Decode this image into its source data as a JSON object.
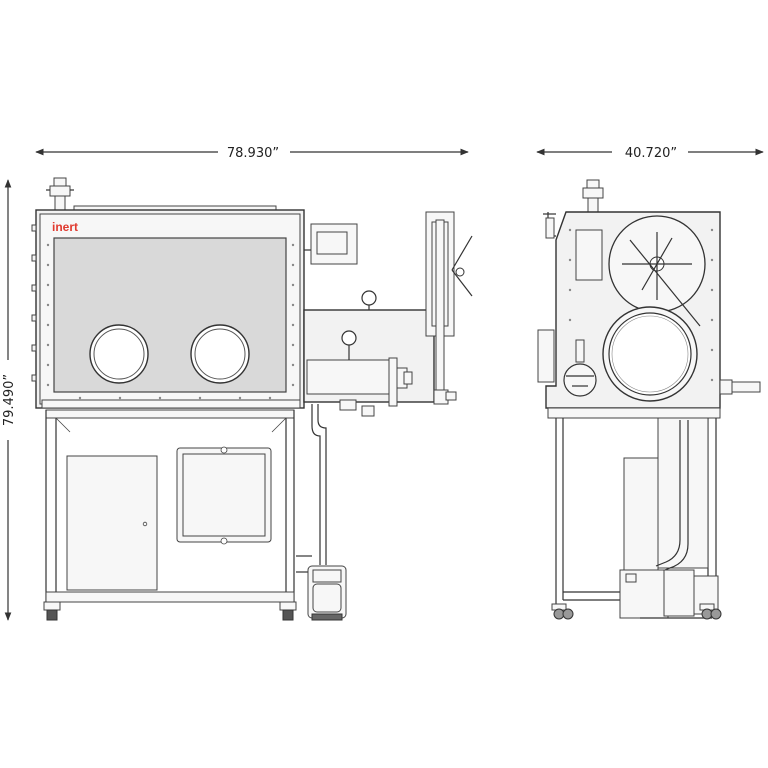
{
  "dimensions": {
    "front_width": "78.930”",
    "side_depth": "40.720”",
    "height": "79.490”"
  },
  "brand": {
    "logo": "inert",
    "logo_color": "#e03a2f"
  },
  "colors": {
    "line": "#333333",
    "body": "#f2f2f2",
    "window": "#d9d9d9"
  }
}
